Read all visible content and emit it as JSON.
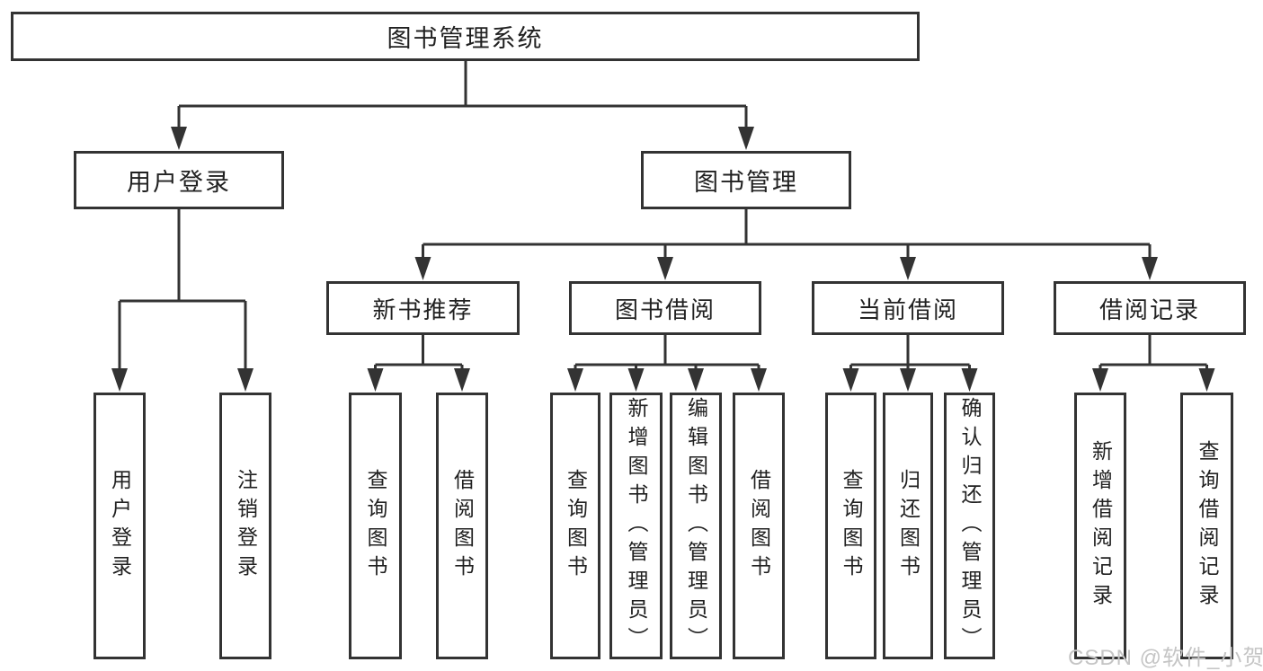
{
  "diagram": {
    "root": {
      "label": "图书管理系统"
    },
    "branches": [
      {
        "label": "用户登录",
        "leaves": [
          "用户登录",
          "注销登录"
        ]
      },
      {
        "label": "图书管理",
        "sections": [
          {
            "label": "新书推荐",
            "leaves": [
              "查询图书",
              "借阅图书"
            ]
          },
          {
            "label": "图书借阅",
            "leaves": [
              "查询图书",
              "新增图书（管理员）",
              "编辑图书（管理员）",
              "借阅图书"
            ]
          },
          {
            "label": "当前借阅",
            "leaves": [
              "查询图书",
              "归还图书",
              "确认归还（管理员）"
            ]
          },
          {
            "label": "借阅记录",
            "leaves": [
              "新增借阅记录",
              "查询借阅记录"
            ]
          }
        ]
      }
    ]
  },
  "watermark": {
    "text": "CSDN @软件_小贺同学"
  },
  "colors": {
    "line": "#333333",
    "text": "#212121",
    "background": "#ffffff",
    "watermark": "#c5c5c5"
  }
}
